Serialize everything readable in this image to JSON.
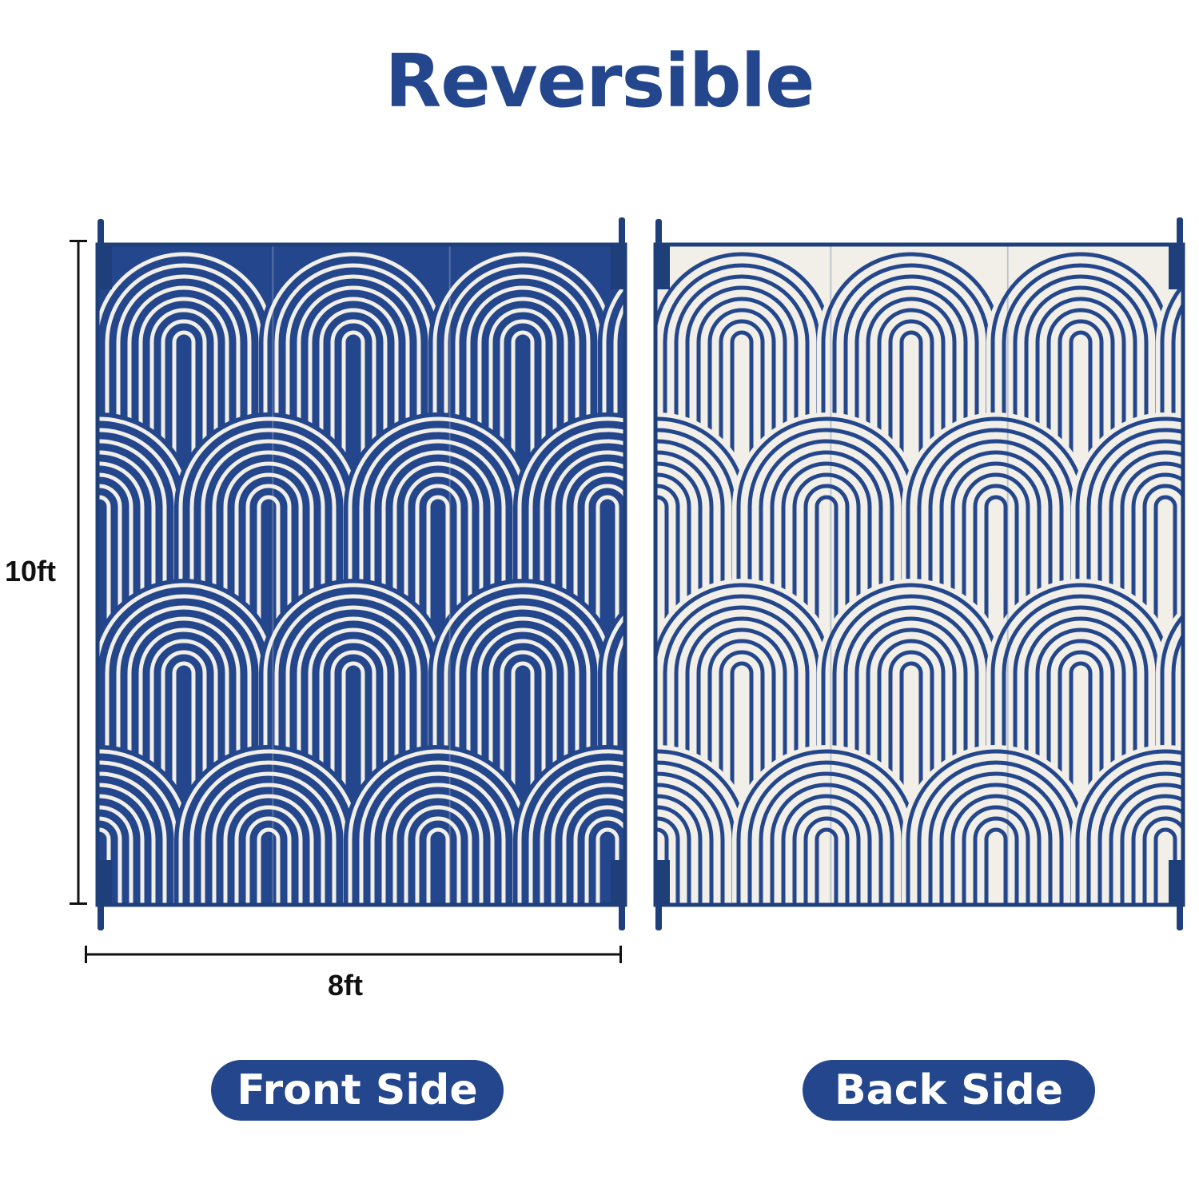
{
  "title": "Reversible",
  "colors": {
    "navy": "#23468c",
    "cream": "#f1efe7",
    "binding": "#1f3f7a",
    "dimension": "#111111"
  },
  "dimensions": {
    "height_label": "10ft",
    "width_label": "8ft"
  },
  "sides": [
    {
      "label": "Front Side",
      "pattern": "white-arches-on-navy"
    },
    {
      "label": "Back Side",
      "pattern": "navy-arches-on-cream"
    }
  ]
}
